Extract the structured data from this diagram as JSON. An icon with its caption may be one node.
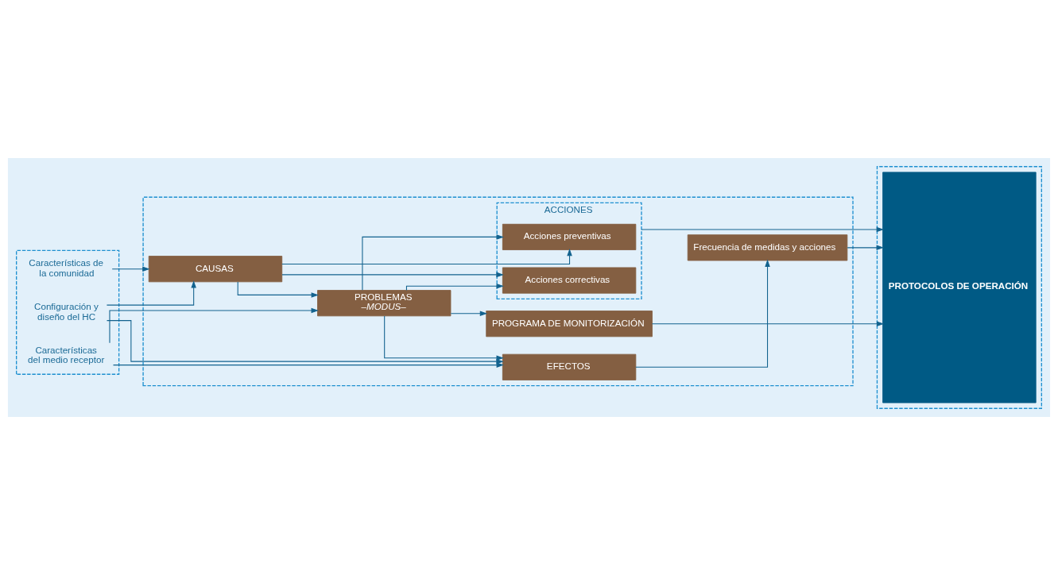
{
  "diagram": {
    "nodes": [
      {
        "text": [],
        "shape": "box"
      },
      {
        "text": [
          "Características de la comunidad"
        ],
        "in": 0
      },
      {
        "text": [
          "Configuración y diseño del HC"
        ],
        "in": 0
      },
      {
        "text": [
          "Características del medio receptor"
        ],
        "in": 0
      },
      {
        "text": [],
        "shape": "box"
      },
      {
        "text": [
          "CAUSAS"
        ],
        "in": 4
      },
      {
        "text": [
          "PROBLEMAS",
          "–MODUS–"
        ],
        "in": 4
      },
      {
        "text": [
          "EFECTOS"
        ],
        "in": 4
      },
      {
        "text": [
          "ACCIONES"
        ],
        "in": 4
      },
      {
        "text": [
          "Acciones preventivas"
        ],
        "in": 8
      },
      {
        "text": [
          "Acciones correctivas"
        ],
        "in": 8
      },
      {
        "text": [
          "PROGRAMA DE MONITORIZACIÓN"
        ],
        "in": 4
      },
      {
        "text": [
          "Frecuencia de medidas y acciones"
        ],
        "in": 4
      },
      {
        "text": [],
        "shape": "box"
      },
      {
        "text": [
          "PROTOCOLOS DE OPERACIÓN"
        ],
        "in": 13
      }
    ],
    "edges": [
      {
        "from": 1,
        "to": 5,
        "arrow": "to"
      },
      {
        "from": 2,
        "to": 5,
        "arrow": "to"
      },
      {
        "from": 2,
        "to": 7,
        "arrow": "to"
      },
      {
        "from": 3,
        "to": 6,
        "arrow": "to"
      },
      {
        "from": 3,
        "to": 7,
        "arrow": "to"
      },
      {
        "from": 5,
        "to": 6,
        "arrow": "to"
      },
      {
        "from": 6,
        "to": 7,
        "arrow": "to"
      },
      {
        "from": 5,
        "to": 9,
        "arrow": "to"
      },
      {
        "from": 5,
        "to": 10,
        "arrow": "to"
      },
      {
        "from": 6,
        "to": 9,
        "arrow": "to"
      },
      {
        "from": 6,
        "to": 10,
        "arrow": "to"
      },
      {
        "from": 6,
        "to": 11,
        "arrow": "to"
      },
      {
        "from": 7,
        "to": 12,
        "arrow": "to"
      },
      {
        "from": 8,
        "to": 14,
        "arrow": "to"
      },
      {
        "from": 11,
        "to": 14,
        "arrow": "to"
      },
      {
        "from": 12,
        "to": 14,
        "arrow": "to"
      }
    ]
  }
}
